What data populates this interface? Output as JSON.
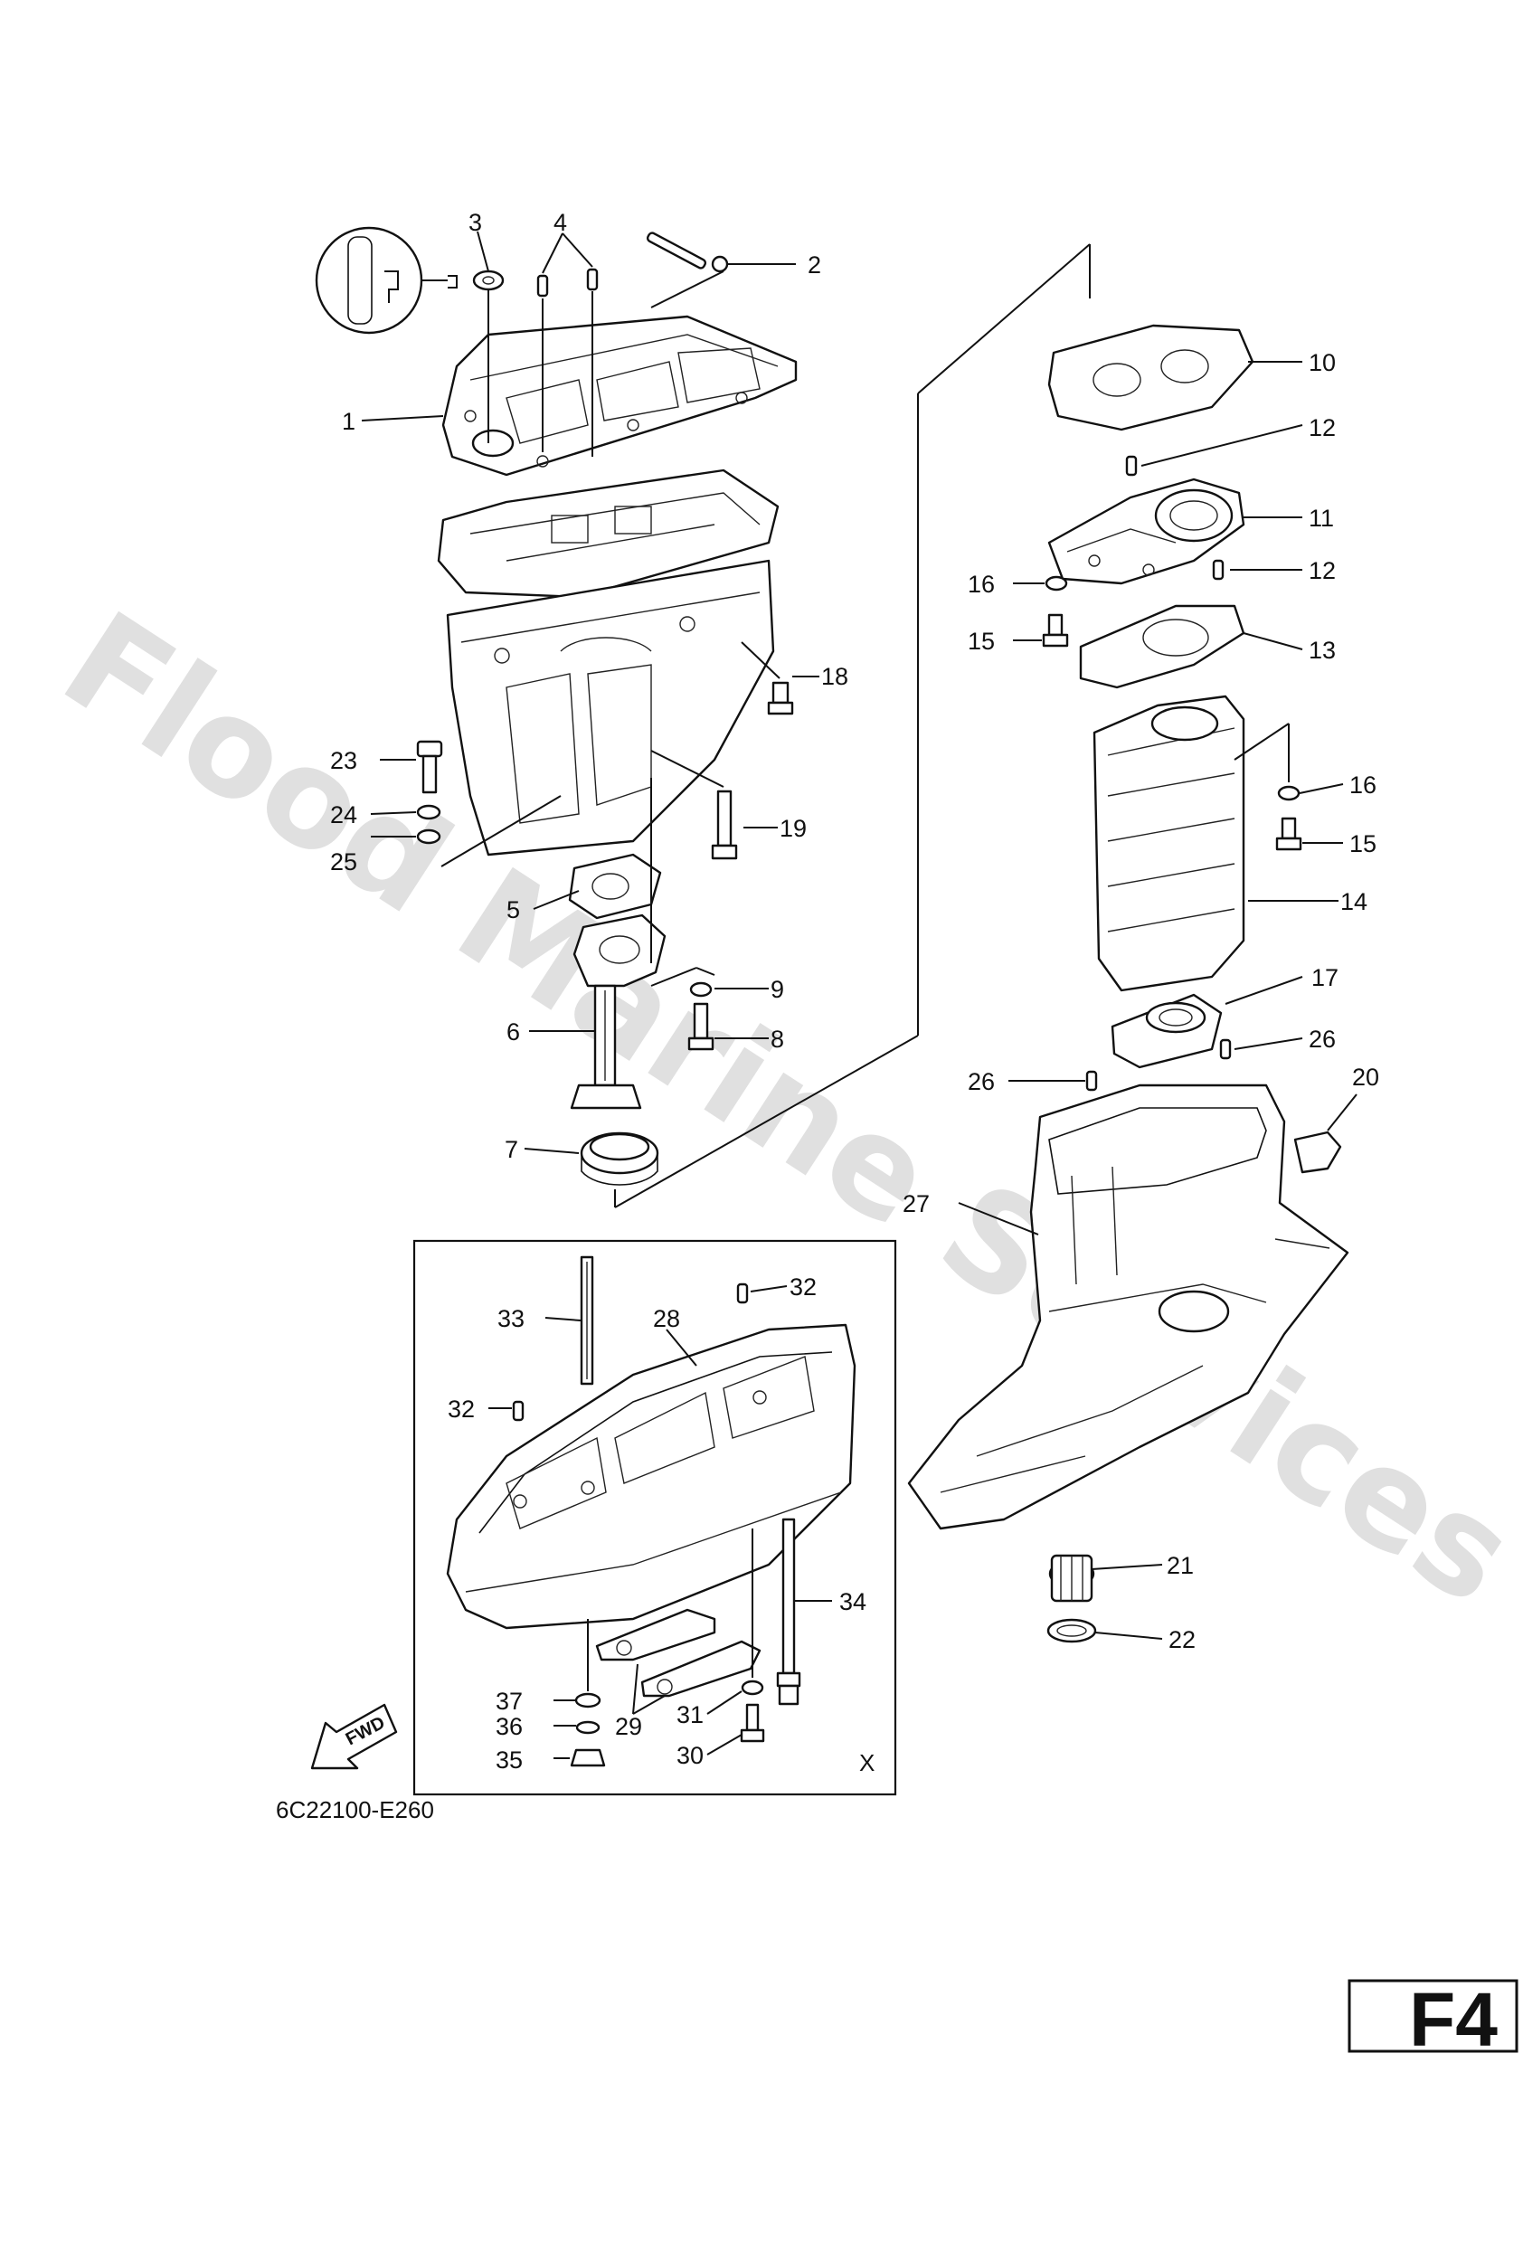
{
  "watermark": "Flood Marine Services",
  "catalog_code": "6C22100-E260",
  "page_code": "F4",
  "inset_marker": "X",
  "fwd_label": "FWD",
  "callouts": {
    "c1": "1",
    "c2": "2",
    "c3": "3",
    "c4": "4",
    "c5": "5",
    "c6": "6",
    "c7": "7",
    "c8": "8",
    "c9": "9",
    "c10": "10",
    "c11": "11",
    "c12a": "12",
    "c12b": "12",
    "c13": "13",
    "c14": "14",
    "c15a": "15",
    "c15b": "15",
    "c16a": "16",
    "c16b": "16",
    "c17": "17",
    "c18": "18",
    "c19": "19",
    "c20": "20",
    "c21": "21",
    "c22": "22",
    "c23": "23",
    "c24": "24",
    "c25": "25",
    "c26a": "26",
    "c26b": "26",
    "c27": "27",
    "c28": "28",
    "c29": "29",
    "c30": "30",
    "c31": "31",
    "c32a": "32",
    "c32b": "32",
    "c33": "33",
    "c34": "34",
    "c35": "35",
    "c36": "36",
    "c37": "37"
  },
  "colors": {
    "ink": "#111111",
    "watermark": "#d9d9d9",
    "background": "#ffffff"
  }
}
